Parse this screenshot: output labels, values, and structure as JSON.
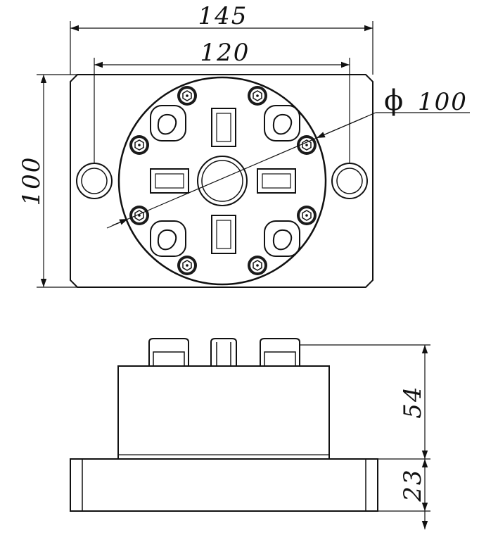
{
  "top_view": {
    "dim_overall_width": "145",
    "dim_hole_spacing": "120",
    "dim_height": "100",
    "dim_diameter": "100",
    "diameter_symbol": "ϕ"
  },
  "side_view": {
    "dim_module_height": "54",
    "dim_base_height": "23"
  },
  "colors": {
    "line": "#111111",
    "background": "#ffffff"
  }
}
